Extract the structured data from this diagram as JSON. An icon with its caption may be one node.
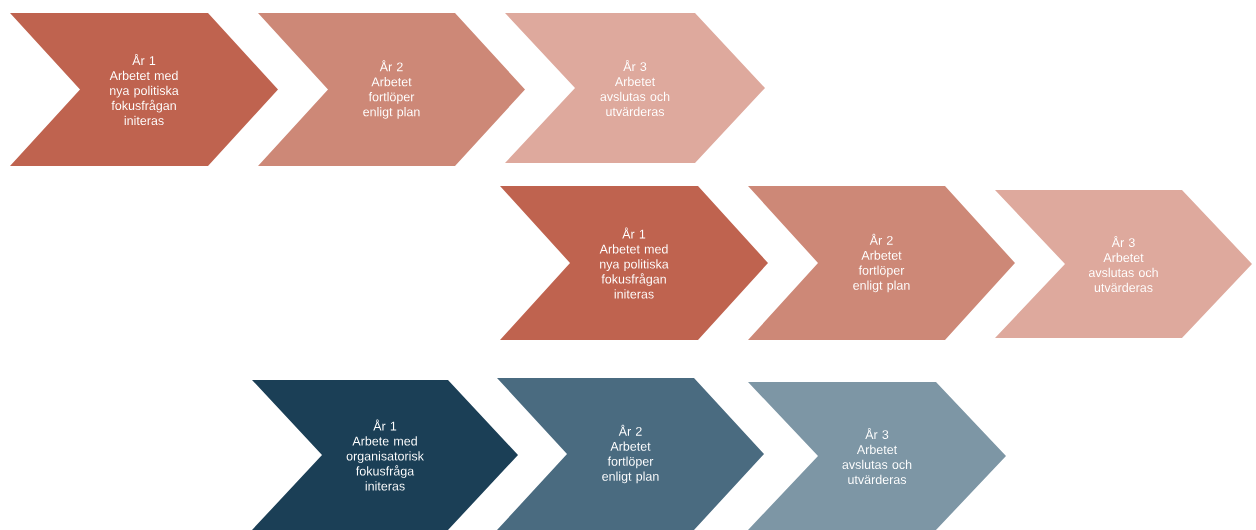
{
  "diagram": {
    "nodes": [
      {
        "text": [
          "År 1",
          "Arbetet med nya politiska fokusfrågan initeras"
        ]
      },
      {
        "text": [
          "År 2",
          "Arbetet fortlöper enligt plan"
        ]
      },
      {
        "text": [
          "År 3",
          "Arbetet avslutas och utvärderas"
        ]
      },
      {
        "text": [
          "År 1",
          "Arbetet med nya politiska fokusfrågan initeras"
        ]
      },
      {
        "text": [
          "År 2",
          "Arbetet fortlöper enligt plan"
        ]
      },
      {
        "text": [
          "År 3",
          "Arbetet avslutas och utvärderas"
        ]
      },
      {
        "text": [
          "År 1",
          "Arbete med organisatorisk fokusfråga initeras"
        ]
      },
      {
        "text": [
          "År 2",
          "Arbetet fortlöper enligt plan"
        ]
      },
      {
        "text": [
          "År 3",
          "Arbetet avslutas och utvärderas"
        ]
      }
    ]
  }
}
